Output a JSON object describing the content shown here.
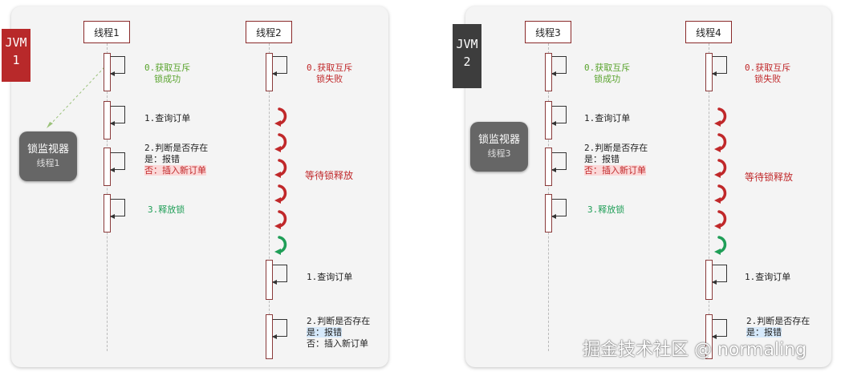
{
  "left": {
    "jvm_label": "JVM\n1",
    "thread_a": "线程1",
    "thread_b": "线程2",
    "monitor": {
      "title": "锁监视器",
      "owner": "线程1"
    },
    "a_steps": {
      "s0_line1": "0.获取互斥",
      "s0_line2": "锁成功",
      "s1": "1.查询订单",
      "s2_line1": "2.判断是否存在",
      "s2_line2": "是：报错",
      "s2_line3": "否：插入新订单",
      "s3": "3.释放锁"
    },
    "b_steps": {
      "s0_line1": "0.获取互斥",
      "s0_line2": "锁失败",
      "wait": "等待锁释放",
      "s1": "1.查询订单",
      "s2_line1": "2.判断是否存在",
      "s2_line2": "是：报错",
      "s2_line3": "否：插入新订单"
    }
  },
  "right": {
    "jvm_label": "JVM\n2",
    "thread_a": "线程3",
    "thread_b": "线程4",
    "monitor": {
      "title": "锁监视器",
      "owner": "线程3"
    },
    "a_steps": {
      "s0_line1": "0.获取互斥",
      "s0_line2": "锁成功",
      "s1": "1.查询订单",
      "s2_line1": "2.判断是否存在",
      "s2_line2": "是：报错",
      "s2_line3": "否：插入新订单",
      "s3": "3.释放锁"
    },
    "b_steps": {
      "s0_line1": "0.获取互斥",
      "s0_line2": "锁失败",
      "wait": "等待锁释放",
      "s1": "1.查询订单",
      "s2_line1": "2.判断是否存在",
      "s2_line2": "是：报错"
    }
  },
  "watermark": "掘金技术社区 @ normaling",
  "colors": {
    "jvm1": "#b8292a",
    "jvm2": "#3d3d3d",
    "success": "#5aa42e",
    "fail": "#c0282a",
    "release": "#1f9e57"
  }
}
